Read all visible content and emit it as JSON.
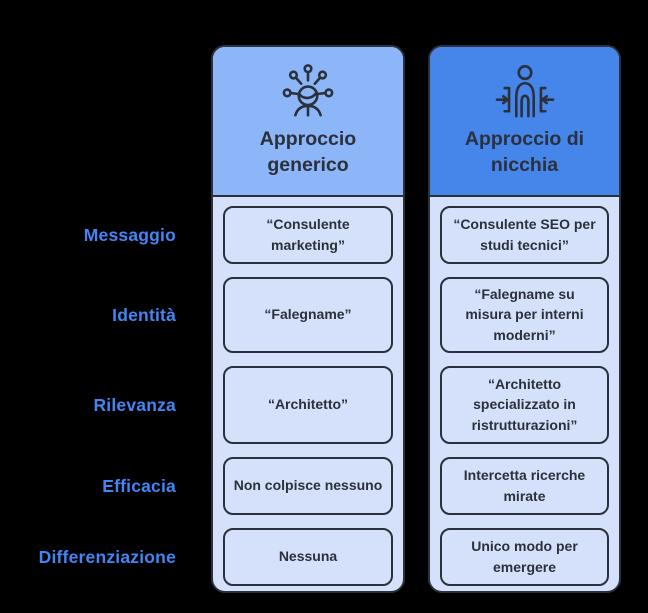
{
  "diagram": {
    "type": "comparison-table",
    "background_color": "#000000",
    "columns": [
      {
        "title": "Approccio generico",
        "icon": "audience-broadcast-icon",
        "header_color": "#8db6f8"
      },
      {
        "title": "Approccio di nicchia",
        "icon": "niche-target-person-icon",
        "header_color": "#4685ea"
      }
    ],
    "rows": [
      {
        "label": "Messaggio",
        "generic": "“Consulente marketing”",
        "niche": "“Consulente SEO per studi tecnici”"
      },
      {
        "label": "Identità",
        "generic": "“Falegname”",
        "niche": "“Falegname su misura per interni moderni”"
      },
      {
        "label": "Rilevanza",
        "generic": "“Architetto”",
        "niche": "“Architetto specializzato in ristrutturazioni”"
      },
      {
        "label": "Efficacia",
        "generic": "Non colpisce nessuno",
        "niche": "Intercetta ricerche mirate"
      },
      {
        "label": "Differenziazione",
        "generic": "Nessuna",
        "niche": "Unico modo per emergere"
      }
    ],
    "colors": {
      "row_label_text": "#4285f4",
      "card_body_background": "#d5e1fa",
      "border_and_text": "#2b313c"
    }
  }
}
